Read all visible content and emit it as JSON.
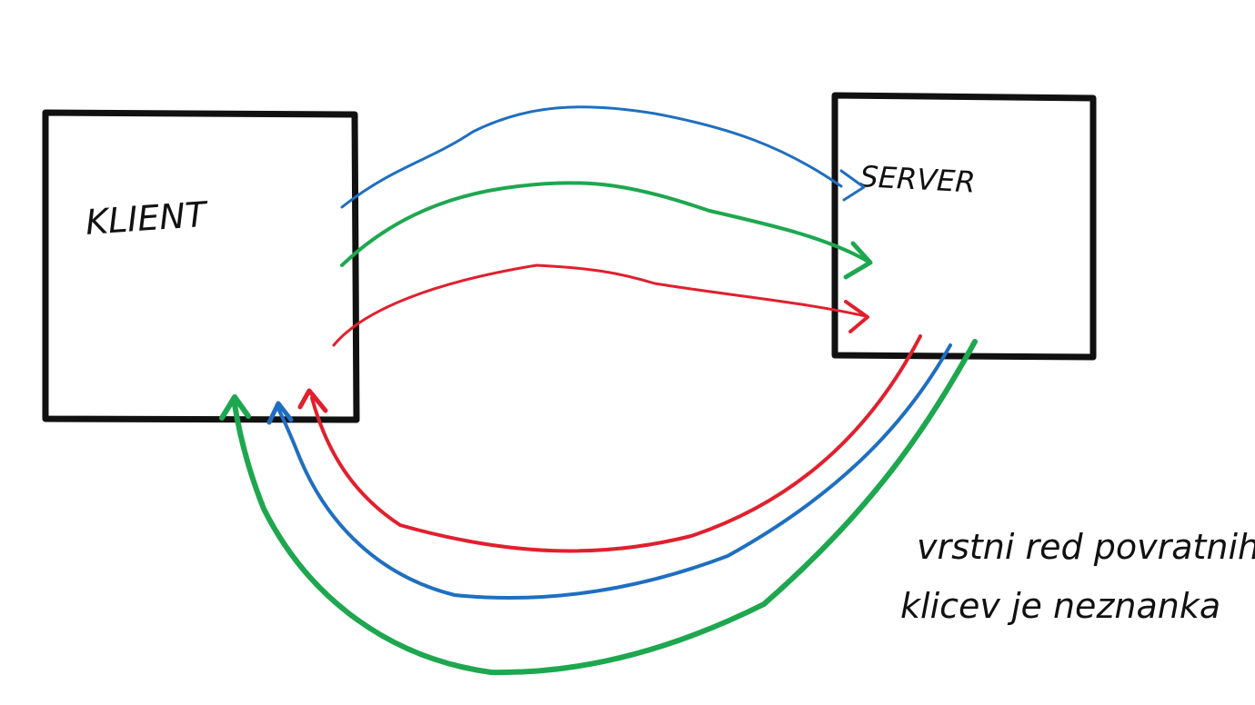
{
  "nodes": {
    "client": {
      "label": "KLIENT"
    },
    "server": {
      "label": "SERVER"
    }
  },
  "note": {
    "line1": "vrstni red povratnih",
    "line2": "klicev je neznanka"
  },
  "colors": {
    "box": "#111111",
    "blue": "#1f6fc0",
    "green": "#1ea74f",
    "red": "#e0202e",
    "background": "#ffffff"
  }
}
